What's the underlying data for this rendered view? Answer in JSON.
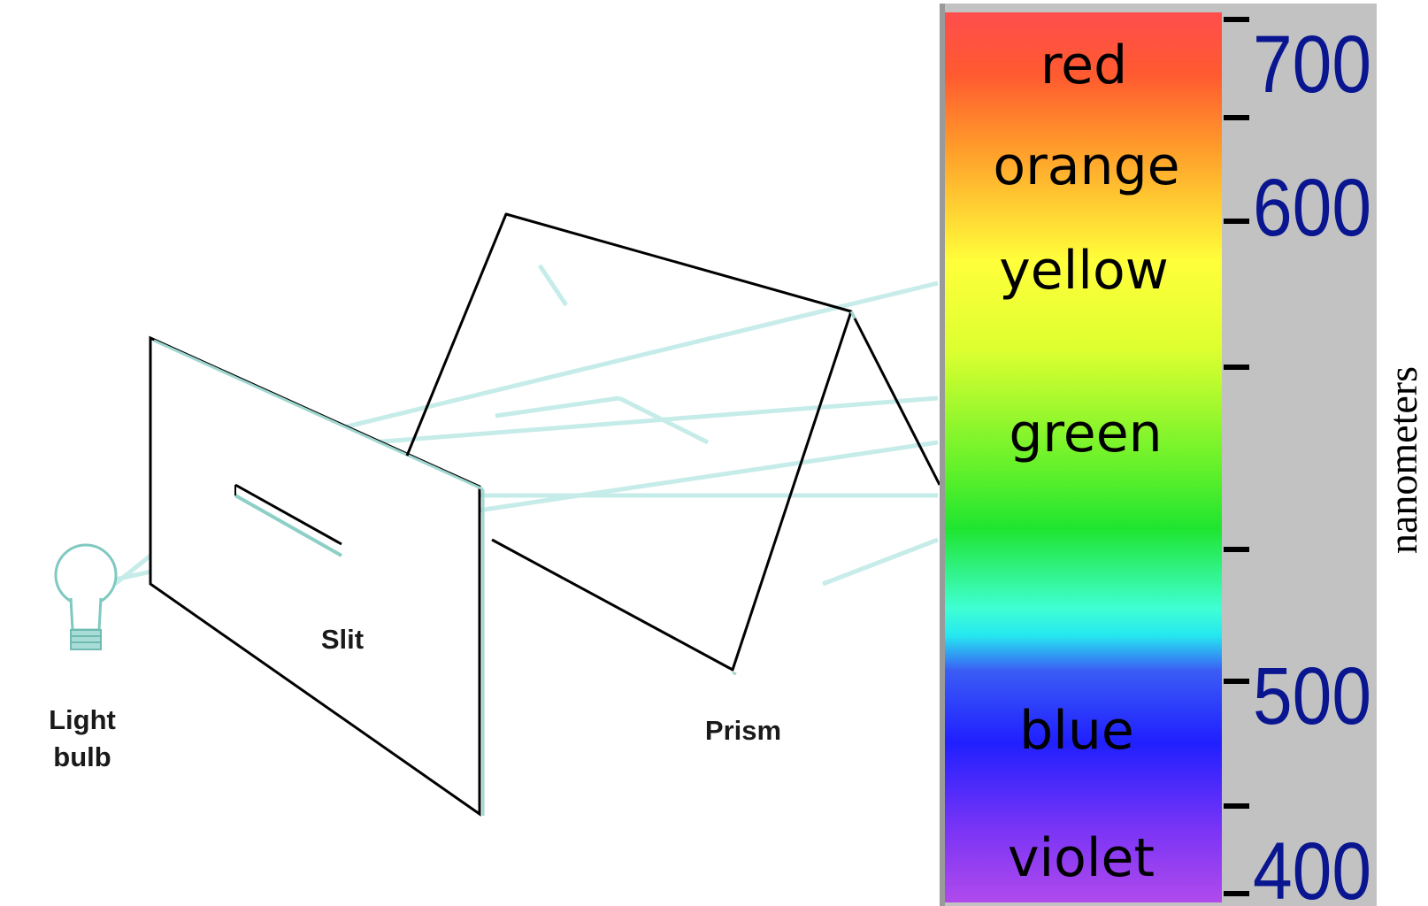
{
  "labels": {
    "light_bulb_line1": "Light",
    "light_bulb_line2": "bulb",
    "slit": "Slit",
    "prism": "Prism"
  },
  "spectrum": {
    "colors": [
      {
        "name": "red",
        "hex": "#ff3a33"
      },
      {
        "name": "orange",
        "hex": "#ff9d2b"
      },
      {
        "name": "yellow",
        "hex": "#ffff3b"
      },
      {
        "name": "green",
        "hex": "#22e628"
      },
      {
        "name": "blue",
        "hex": "#2222ff"
      },
      {
        "name": "violet",
        "hex": "#a23cf0"
      }
    ],
    "wavelength_labels": [
      "700",
      "600",
      "500",
      "400"
    ],
    "unit_label": "nanometers",
    "text_color": "#0a1690",
    "panel_color": "#c2c2c2"
  }
}
